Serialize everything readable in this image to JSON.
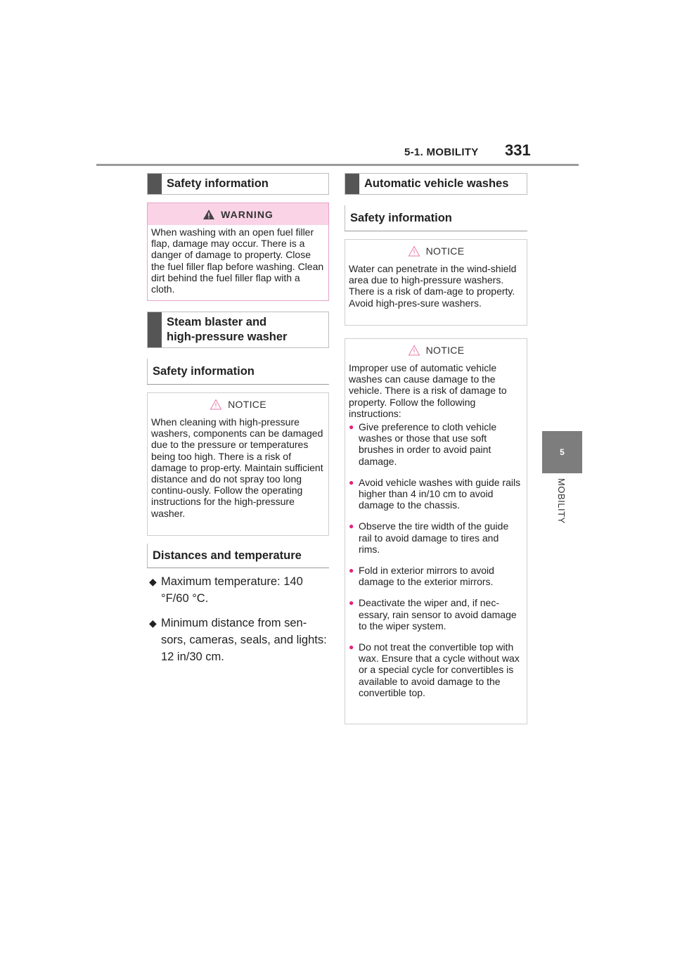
{
  "header": {
    "section": "5-1. MOBILITY",
    "page_number": "331"
  },
  "side_tab": {
    "number": "5",
    "label": "MOBILITY"
  },
  "left": {
    "safety_heading": "Safety information",
    "warning": {
      "label": "WARNING",
      "text": "When washing with an open fuel filler flap, damage may occur. There is a danger of damage to property. Close the fuel filler flap before washing. Clean dirt behind the fuel filler flap with a cloth."
    },
    "steam_heading_line1": "Steam blaster and",
    "steam_heading_line2": "high-pressure washer",
    "safety_subheading": "Safety information",
    "notice": {
      "label": "NOTICE",
      "text": "When cleaning with high-pressure washers, components can be damaged due to the pressure or temperatures being too high. There is a risk of damage to prop-erty. Maintain sufficient distance and do not spray too long continu-ously. Follow the operating instructions for the high-pressure washer."
    },
    "distances_heading": "Distances and temperature",
    "bullets": [
      "Maximum temperature: 140 °F/60 °C.",
      "Minimum distance from sen-sors, cameras, seals, and lights: 12 in/30 cm."
    ]
  },
  "right": {
    "auto_heading": "Automatic vehicle washes",
    "safety_subheading": "Safety information",
    "notice1": {
      "label": "NOTICE",
      "text": "Water can penetrate in the wind-shield area due to high-pressure washers. There is a risk of dam-age to property. Avoid high-pres-sure washers."
    },
    "notice2": {
      "label": "NOTICE",
      "intro": "Improper use of automatic vehicle washes can cause damage to the vehicle. There is a risk of damage to property. Follow the following instructions:",
      "items": [
        "Give preference to cloth vehicle washes or those that use soft brushes in order to avoid paint damage.",
        "Avoid vehicle washes with guide rails higher than 4 in/10 cm to avoid damage to the chassis.",
        "Observe the tire width of the guide rail to avoid damage to tires and rims.",
        "Fold in exterior mirrors to avoid damage to the exterior mirrors.",
        "Deactivate the wiper and, if nec-essary, rain sensor to avoid damage to the wiper system.",
        "Do not treat the convertible top with wax. Ensure that a cycle without wax or a special cycle for convertibles is available to avoid damage to the convertible top."
      ]
    }
  }
}
